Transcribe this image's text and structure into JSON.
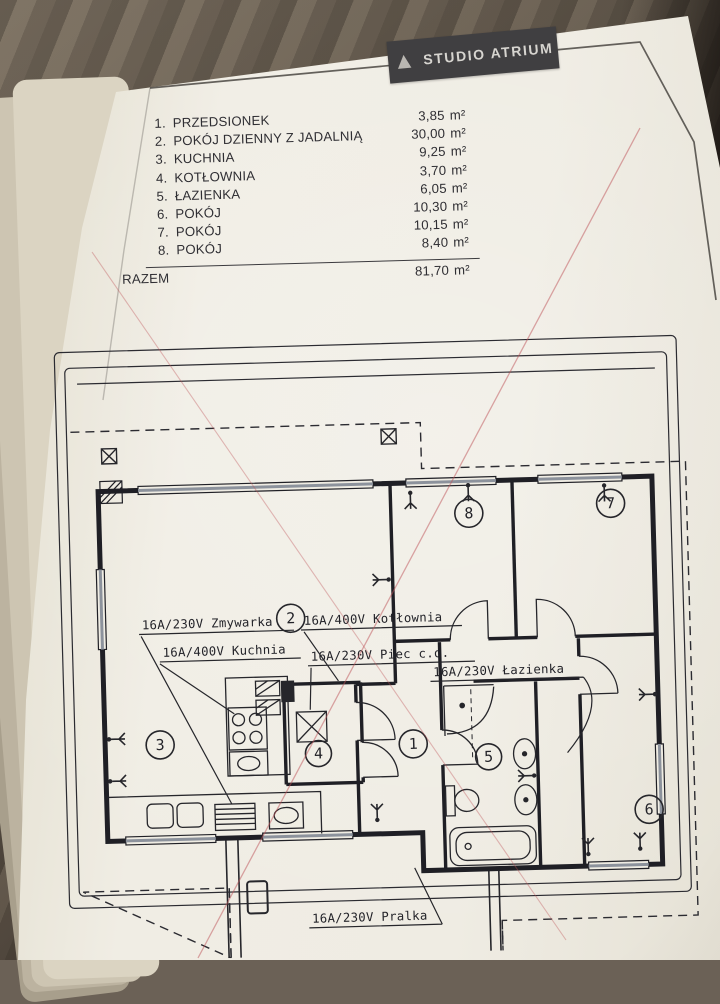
{
  "badge": {
    "logo_glyph": "▲",
    "brand": "STUDIO ATRIUM"
  },
  "room_list": {
    "area_unit": "m²",
    "rows": [
      {
        "no": "1.",
        "name": "PRZEDSIONEK",
        "area": "3,85"
      },
      {
        "no": "2.",
        "name": "POKÓJ DZIENNY Z JADALNIĄ",
        "area": "30,00"
      },
      {
        "no": "3.",
        "name": "KUCHNIA",
        "area": "9,25"
      },
      {
        "no": "4.",
        "name": "KOTŁOWNIA",
        "area": "3,70"
      },
      {
        "no": "5.",
        "name": "ŁAZIENKA",
        "area": "6,05"
      },
      {
        "no": "6.",
        "name": "POKÓJ",
        "area": "10,30"
      },
      {
        "no": "7.",
        "name": "POKÓJ",
        "area": "10,15"
      },
      {
        "no": "8.",
        "name": "POKÓJ",
        "area": "8,40"
      }
    ],
    "total_label": "RAZEM",
    "total_area": "81,70"
  },
  "plan": {
    "labels": {
      "zmywarka": "16A/230V Zmywarka",
      "kuchnia": "16A/400V Kuchnia",
      "kotlownia": "16A/400V Kotłownia",
      "piec": "16A/230V Piec c.o.",
      "lazienka": "16A/230V Łazienka",
      "pralka": "16A/230V Pralka"
    },
    "rooms": {
      "r1": "1",
      "r2": "2",
      "r3": "3",
      "r4": "4",
      "r5": "5",
      "r6": "6",
      "r7": "7",
      "r8": "8"
    }
  }
}
